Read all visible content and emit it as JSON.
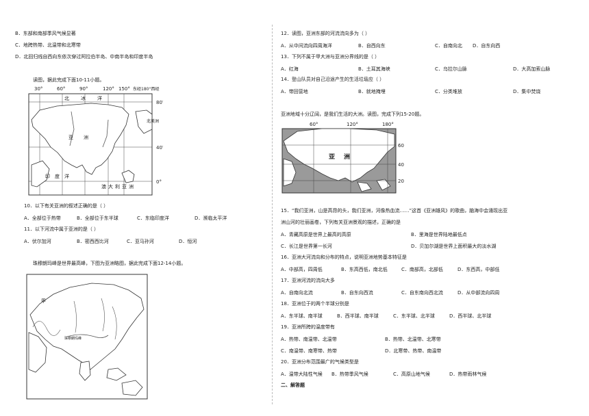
{
  "left": {
    "q9_opts": [
      "B．东部和南部季风气候显著",
      "C．地跨热带、北温带和北寒带",
      "D．北回归线自西向东依次穿过阿拉伯半岛、中南半岛和印度半岛"
    ],
    "intro_10_11": "读图，据此完成下面10-11小题。",
    "map1": {
      "top_ticks": [
        "30°",
        "60°",
        "90°",
        "120°",
        "150°",
        "东经180°西经"
      ],
      "right_ticks": [
        "80°",
        "40°",
        "0°"
      ],
      "labels": [
        "北",
        "冰",
        "洋",
        "亚",
        "洲",
        "北美洲",
        "印",
        "度",
        "洋",
        "澳",
        "大",
        "利",
        "亚",
        "洲"
      ]
    },
    "q10": {
      "stem": "10．以下有关亚洲的叙述正确的是（    ）",
      "opts": [
        "A．全部位于热带",
        "B．全部位于东半球",
        "C．东临印度洋",
        "D．濒临太平洋"
      ]
    },
    "q11": {
      "stem": "11．以下河流中属于亚洲的是（    ）",
      "opts": [
        "A．伏尔加河",
        "B．密西西比河",
        "C．亚马孙河",
        "D．恒河"
      ]
    },
    "intro_12_14": "珠穆朗玛峰是世界最高峰，下图为亚洲略图，据此完成下面12-14小题。",
    "map2": {
      "labels": [
        "甲",
        "珠穆朗玛峰"
      ]
    }
  },
  "right": {
    "q12": {
      "stem": "12．读图，亚洲东部的河流流向多为（    ）",
      "opts": [
        "A．从中间流向四周海洋",
        "B．自西向东",
        "C．自南向北",
        "D．自东向西"
      ]
    },
    "q13": {
      "stem": "13．下列不属于甲大洲与亚洲分界线的是（    ）",
      "opts": [
        "A．红海",
        "B．土耳其海峡",
        "C．乌拉尔山脉",
        "D．大高加索山脉"
      ]
    },
    "q14": {
      "stem": "14．登山队员对自己沿途产生的生活垃圾应（    ）",
      "opts": [
        "A．带回营地",
        "B．就地掩埋",
        "C．分类堆放",
        "D．集中焚烧"
      ]
    },
    "intro_15_20": "亚洲地域十分辽阔，是我们生活的大洲。读图，完成下列15-20题。",
    "map3": {
      "top_ticks": [
        "60°",
        "120°",
        "180°"
      ],
      "right_ticks": [
        "60°",
        "40°",
        "20°"
      ],
      "labels": [
        "亚",
        "洲"
      ]
    },
    "q15": {
      "stem1": "15．“我们亚洲，山是高昂的头，我们亚洲，河像热血流……”这首《亚洲雄风》的歌曲，脑海中会涌现出亚",
      "stem2": "洲山河的壮丽画卷，下列有关亚洲景观的描述，正确的是",
      "opts": [
        "A．青藏高原是世界上最高的高原",
        "B．里海是世界陆地最低点",
        "C．长江是世界第一长河",
        "D．贝加尔湖是世界上面积最大的淡水湖"
      ]
    },
    "q16": {
      "stem": "16．亚洲大河流向和分布的特点，说明亚洲地势基本特征是",
      "opts": [
        "A．中部高，四周低",
        "B．东高西低，南北低",
        "C．南部高，北部低",
        "D．东西高，中部低"
      ]
    },
    "q17": {
      "stem": "17．亚洲河流的流向大多",
      "opts": [
        "A．自南向北流",
        "B．自东向西流",
        "C．自东南向西北流",
        "D．从中部流向四周"
      ]
    },
    "q18": {
      "stem": "18．亚洲位于的两个半球分别是",
      "opts": [
        "A．东半球、南半球",
        "B．西半球、南半球",
        "C．东半球、北半球",
        "D．西半球、北半球"
      ]
    },
    "q19": {
      "stem": "19．亚洲所跨的温度带有",
      "opts": [
        "A．热带、南温带、北温带",
        "B．热带、北温带、北寒带",
        "C．南温带、南寒带、热带",
        "D．北寒带、热带、南温带"
      ]
    },
    "q20": {
      "stem": "20．亚洲分布范围最广的气候类型是",
      "opts": [
        "A．温带大陆性气候",
        "B．热带季风气候",
        "C．高原山地气候",
        "D．热带雨林气候"
      ]
    },
    "section2": "二、解答题"
  }
}
